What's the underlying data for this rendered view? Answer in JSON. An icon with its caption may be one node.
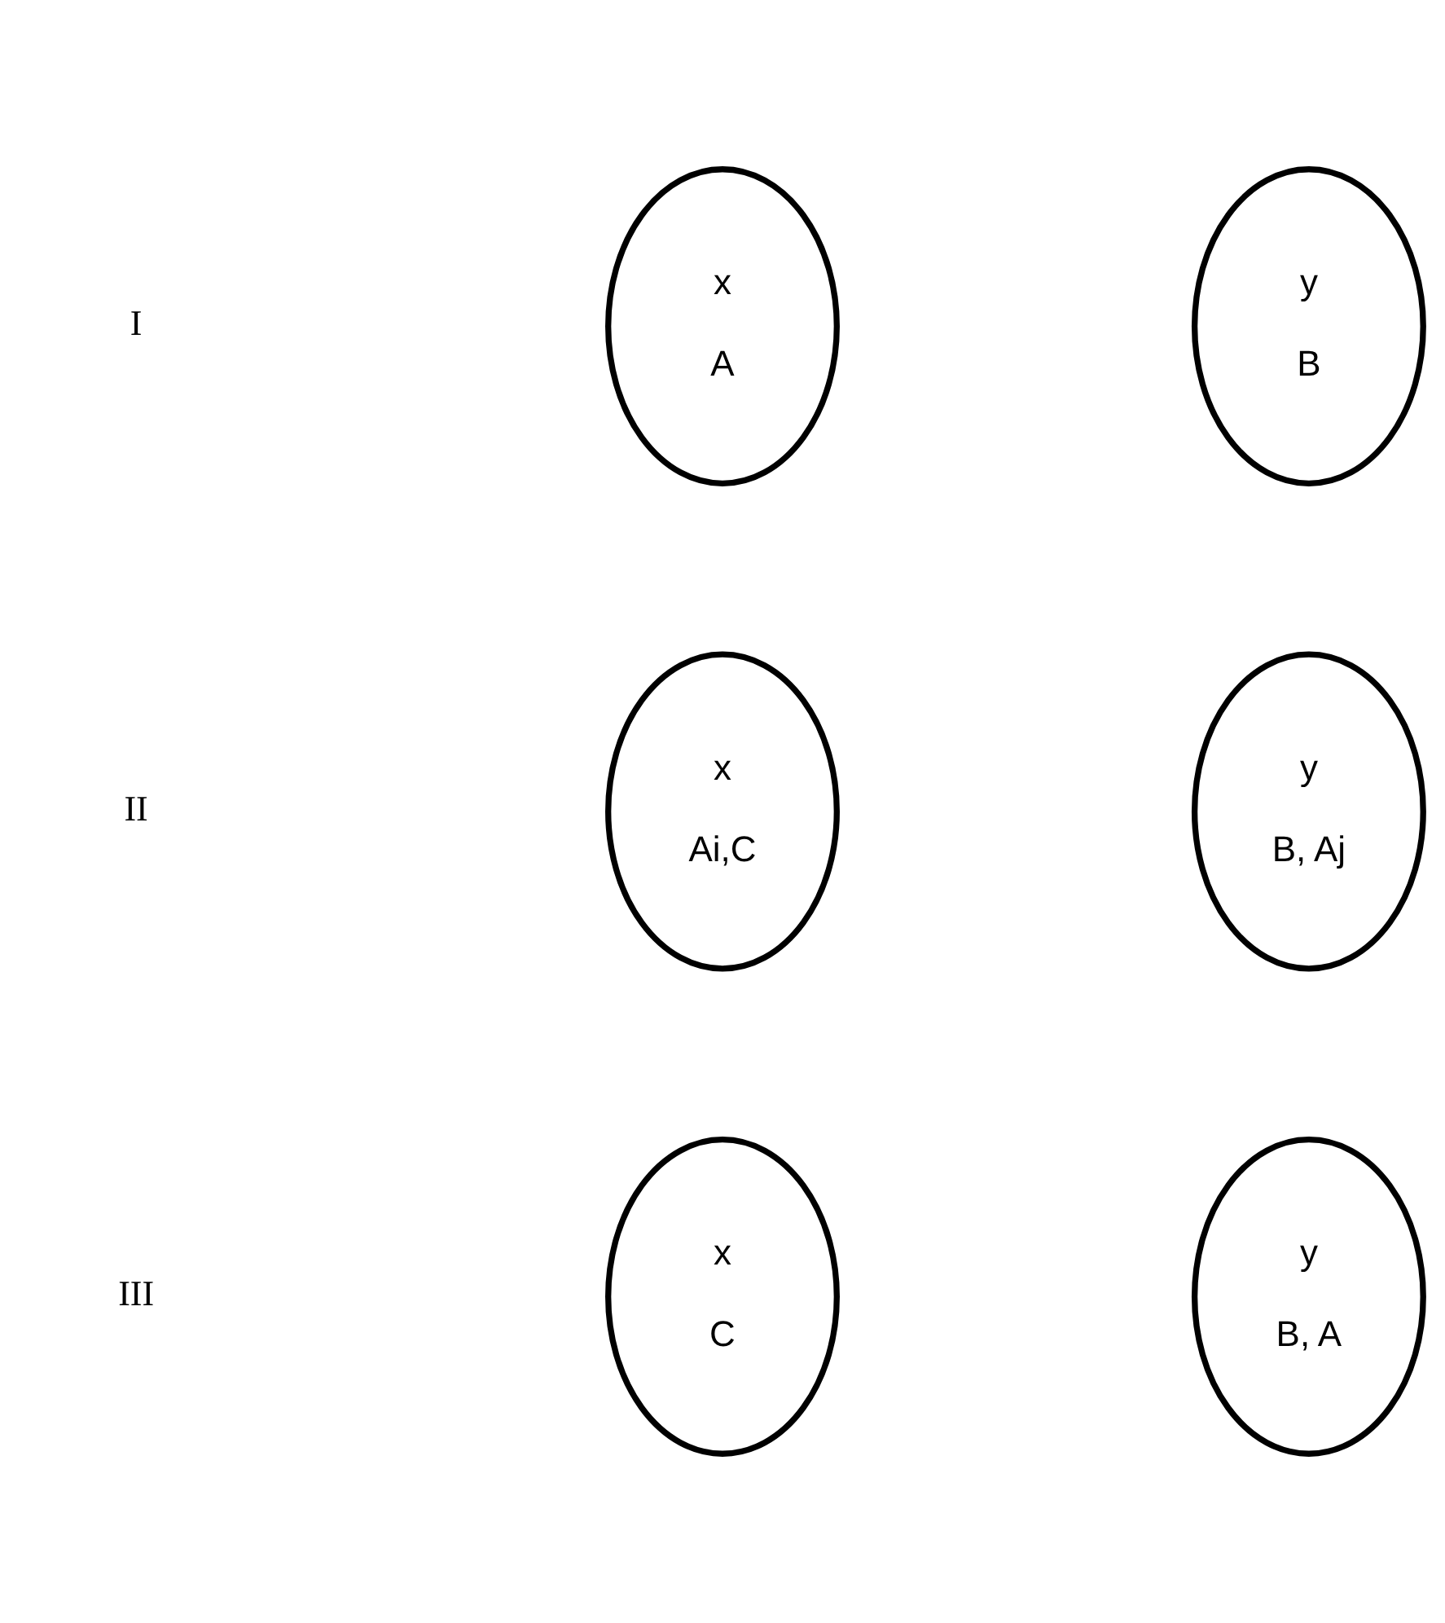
{
  "diagram": {
    "nodes": [
      {
        "text": [
          "x",
          "A"
        ]
      },
      {
        "text": [
          "y",
          "B"
        ]
      },
      {
        "text": [
          "x",
          "Ai,C"
        ]
      },
      {
        "text": [
          "y",
          "B, Aj"
        ]
      },
      {
        "text": [
          "x",
          "C"
        ]
      },
      {
        "text": [
          "y",
          "B, A"
        ]
      }
    ],
    "labels": [
      "I",
      "II",
      "III"
    ]
  }
}
